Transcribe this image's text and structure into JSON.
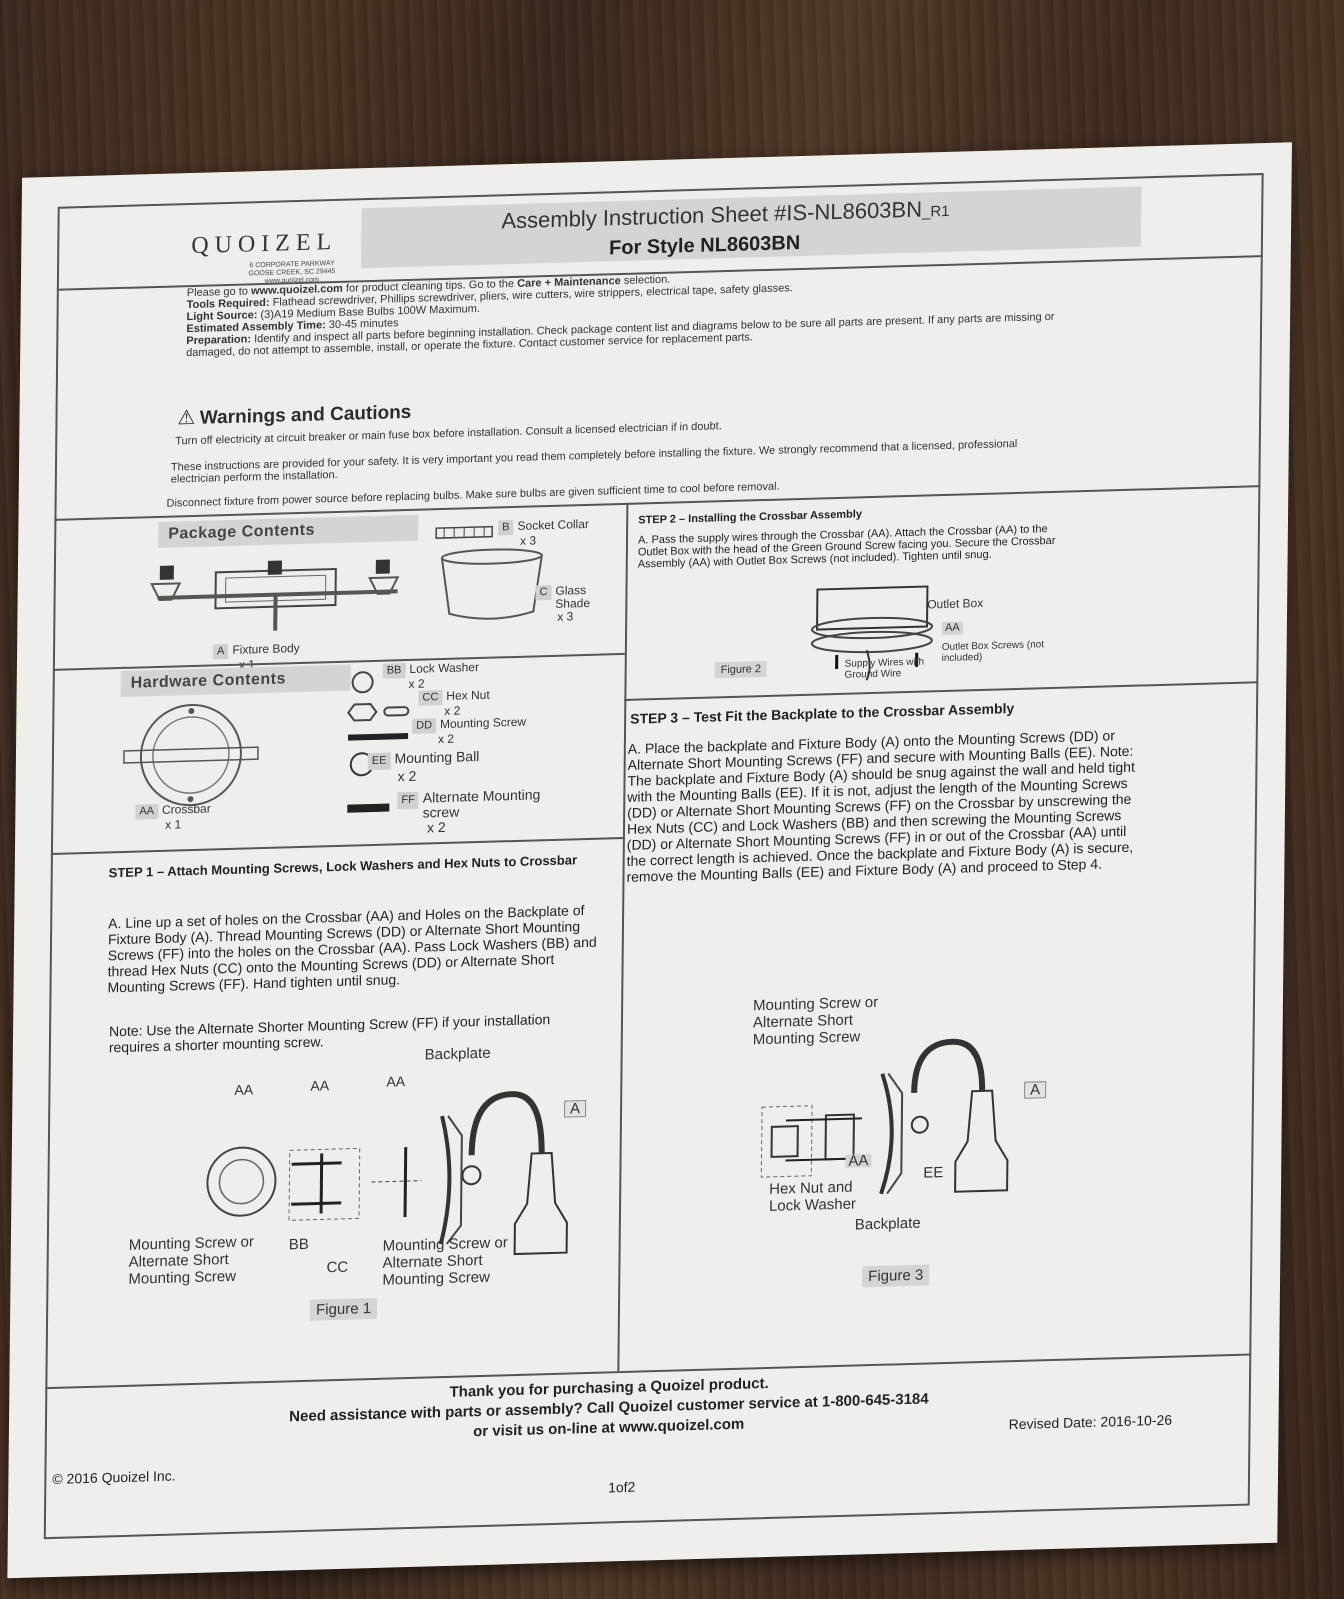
{
  "header": {
    "logo": "QUOIZEL",
    "address_1": "6 CORPORATE PARKWAY",
    "address_2": "GOOSE CREEK, SC 29445",
    "address_3": "www.quoizel.com",
    "title": "Assembly Instruction Sheet #IS-NL8603BN",
    "title_suffix": "_R1",
    "style": "For Style NL8603BN"
  },
  "intro": {
    "line1_a": "Please go to ",
    "line1_url": "www.quoizel.com",
    "line1_b": " for product cleaning tips. Go to the ",
    "line1_care": "Care + Maintenance",
    "line1_c": " selection.",
    "tools_label": "Tools Required:",
    "tools": " Flathead screwdriver, Phillips screwdriver, pliers, wire cutters, wire strippers, electrical tape, safety glasses.",
    "light_label": "Light Source:",
    "light": " (3)A19 Medium Base Bulbs 100W Maximum.",
    "time_label": "Estimated Assembly Time:",
    "time": " 30-45 minutes",
    "prep_label": "Preparation:",
    "prep": " Identify and inspect all parts before beginning installation. Check package content list and diagrams below to be sure all parts are present. If any parts are missing or damaged, do not attempt to assemble, install, or operate the fixture. Contact customer service for replacement parts."
  },
  "warnings": {
    "title": "Warnings and Cautions",
    "p1": "Turn off electricity at circuit breaker or main fuse box before installation. Consult a licensed electrician if in doubt.",
    "p2": "These instructions are provided for your safety. It is very important you read them completely before installing the fixture. We strongly recommend that a licensed, professional electrician perform the installation.",
    "p3": "Disconnect fixture from power source before replacing bulbs. Make sure bulbs are given sufficient time to cool before removal."
  },
  "package": {
    "title": "Package Contents",
    "items": [
      {
        "letter": "A",
        "name": "Fixture Body",
        "qty": "x 1"
      },
      {
        "letter": "B",
        "name": "Socket Collar",
        "qty": "x 3"
      },
      {
        "letter": "C",
        "name": "Glass Shade",
        "qty": "x 3"
      }
    ]
  },
  "hardware": {
    "title": "Hardware Contents",
    "items": [
      {
        "letter": "AA",
        "name": "Crossbar",
        "qty": "x 1"
      },
      {
        "letter": "BB",
        "name": "Lock Washer",
        "qty": "x 2"
      },
      {
        "letter": "CC",
        "name": "Hex Nut",
        "qty": "x 2"
      },
      {
        "letter": "DD",
        "name": "Mounting Screw",
        "qty": "x 2"
      },
      {
        "letter": "EE",
        "name": "Mounting Ball",
        "qty": "x 2"
      },
      {
        "letter": "FF",
        "name": "Alternate Mounting screw",
        "qty": "x 2"
      }
    ]
  },
  "step1": {
    "title": "STEP 1 – Attach Mounting Screws, Lock Washers and Hex Nuts to Crossbar",
    "body": "A. Line up a set of holes on the Crossbar (AA) and Holes on the Backplate of Fixture Body (A). Thread Mounting Screws (DD) or Alternate Short Mounting Screws (FF) into the holes on the Crossbar (AA). Pass Lock Washers (BB) and thread Hex Nuts (CC) onto the Mounting Screws (DD) or Alternate Short Mounting Screws (FF). Hand tighten until snug.",
    "note": "Note: Use the Alternate Shorter Mounting Screw (FF) if your installation requires a shorter mounting screw.",
    "fig_labels": {
      "aa": "AA",
      "backplate": "Backplate",
      "a": "A",
      "screw_left": "Mounting Screw or Alternate Short Mounting Screw",
      "bb": "BB",
      "cc": "CC",
      "screw_right": "Mounting Screw or Alternate Short Mounting Screw"
    },
    "figure": "Figure 1"
  },
  "step2": {
    "title": "STEP 2 – Installing the Crossbar Assembly",
    "body": "A. Pass the supply wires through the Crossbar (AA). Attach the Crossbar (AA) to the Outlet Box with the head of the Green Ground Screw facing you. Secure the Crossbar Assembly (AA) with Outlet Box Screws (not included). Tighten until snug.",
    "fig_labels": {
      "outlet_box": "Outlet Box",
      "aa": "AA",
      "screws": "Outlet Box Screws (not included)",
      "wires": "Supply Wires with Ground Wire"
    },
    "figure": "Figure 2"
  },
  "step3": {
    "title": "STEP 3 – Test Fit the Backplate to the Crossbar Assembly",
    "body": "A. Place the backplate and Fixture Body (A) onto the Mounting Screws (DD) or Alternate Short Mounting Screws (FF) and secure with Mounting Balls (EE). Note: The backplate and Fixture Body (A) should be snug against the wall and held tight with the Mounting Balls (EE). If it is not, adjust the length of the Mounting Screws (DD) or Alternate Short Mounting Screws (FF) on the Crossbar by unscrewing the Hex Nuts (CC) and Lock Washers (BB) and then screwing the Mounting Screws (DD) or Alternate Short Mounting Screws (FF) in or out of the Crossbar (AA) until the correct length is achieved. Once the backplate and Fixture Body (A) is secure, remove the Mounting Balls (EE) and Fixture Body (A) and proceed to Step 4.",
    "fig_labels": {
      "screw": "Mounting Screw or Alternate Short Mounting Screw",
      "a": "A",
      "aa": "AA",
      "ee": "EE",
      "hexnut": "Hex Nut and Lock Washer",
      "backplate": "Backplate"
    },
    "figure": "Figure 3"
  },
  "footer": {
    "thanks": "Thank you for purchasing a Quoizel product.",
    "assist": "Need assistance with parts or assembly? Call Quoizel customer service at 1-800-645-3184",
    "visit": "or visit us on-line at www.quoizel.com",
    "copyright": "© 2016 Quoizel Inc.",
    "revised": "Revised Date: 2016-10-26",
    "page": "1of2"
  }
}
